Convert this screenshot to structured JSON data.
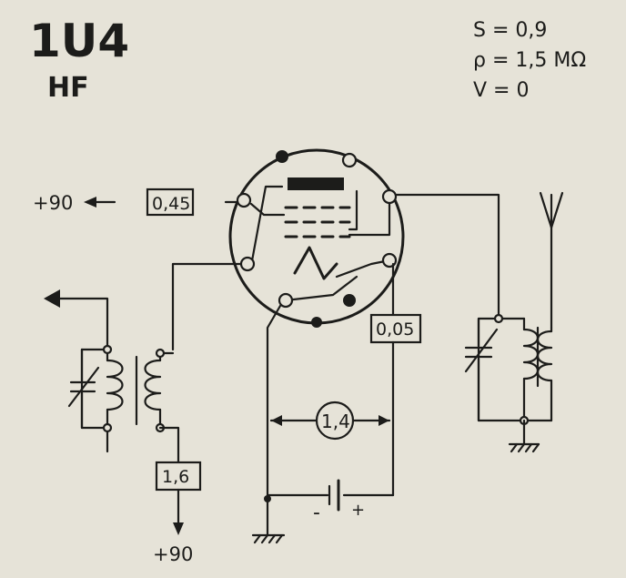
{
  "tube": {
    "type": "1U4",
    "function": "HF"
  },
  "parameters": {
    "slope": "S = 0,9",
    "resistance": "ρ = 1,5 MΩ",
    "bias": "V = 0"
  },
  "labels": {
    "screen_supply": "+90",
    "screen_current": "0,45",
    "plate_current_left": "1,6",
    "plate_supply": "+90",
    "cathode_current": "0,05",
    "filament_voltage": "1,4",
    "battery_minus": "-",
    "battery_plus": "+"
  },
  "colors": {
    "ink": "#1c1c1a",
    "paper": "#e6e3d8"
  }
}
